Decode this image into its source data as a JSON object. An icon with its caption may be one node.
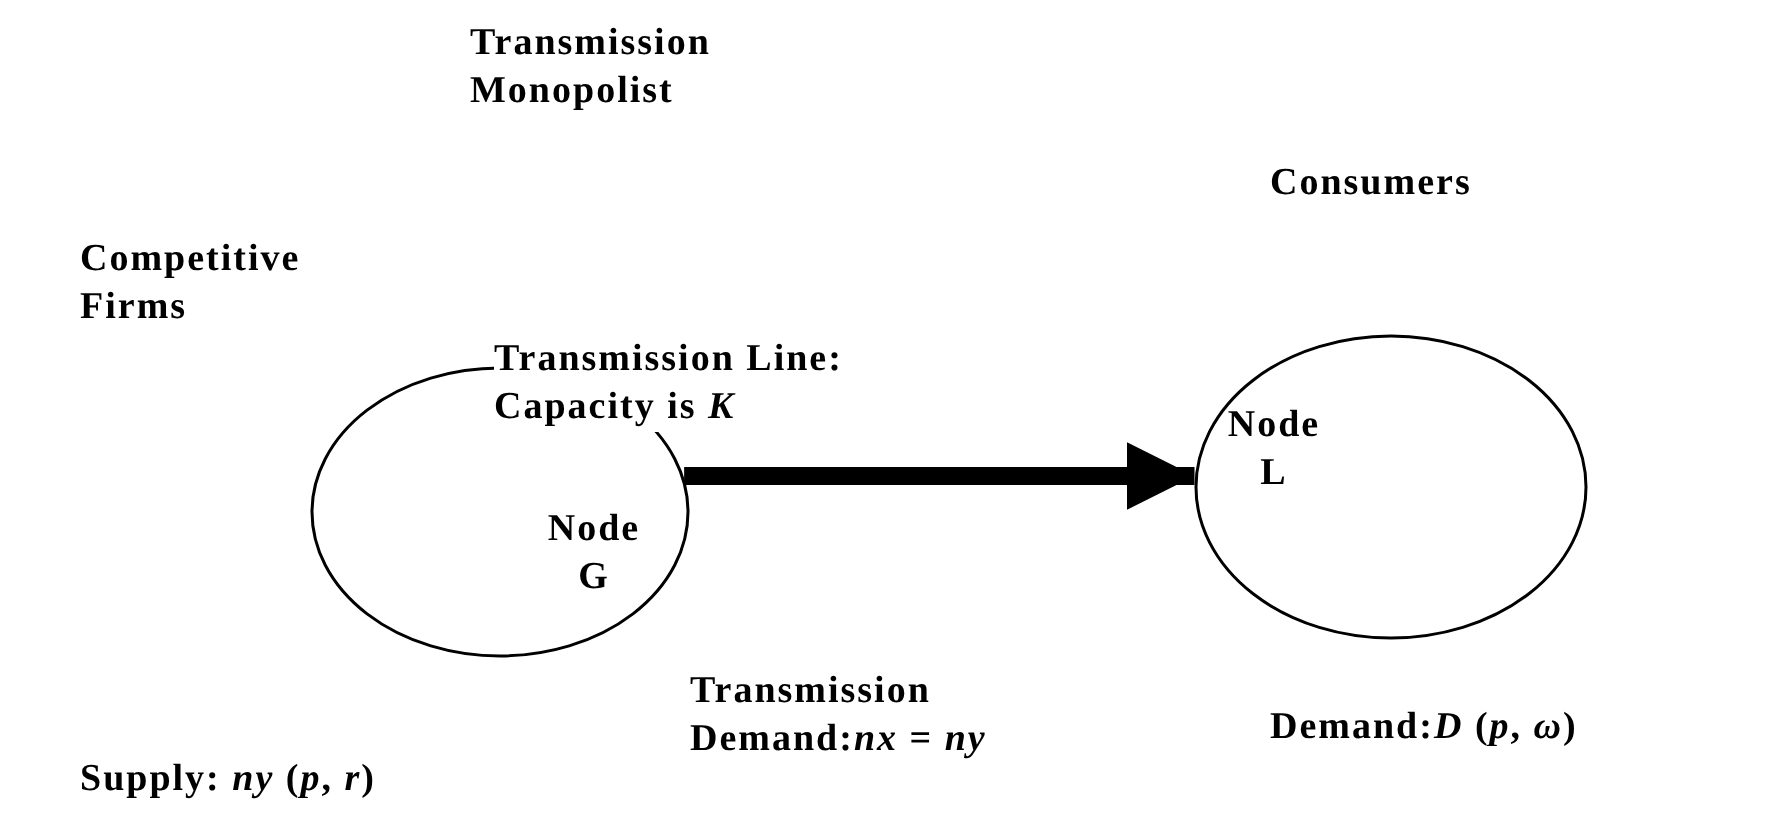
{
  "diagram": {
    "nodes": [
      {
        "text": [
          "Node G"
        ],
        "beside": [
          "Competitive Firms",
          "Supply: *ny* (*p*, *r*)"
        ]
      },
      {
        "text": [
          "Node L"
        ],
        "beside": [
          "Consumers",
          "Demand:*D* (*p*, *ω*)"
        ]
      }
    ],
    "edges": [
      {
        "from": 0,
        "to": 1,
        "arrow": "to",
        "label": "Transmission Line: Capacity is *K*"
      }
    ],
    "labels": [
      "Transmission Monopolist",
      "Transmission Demand:*nx* = *ny*"
    ]
  }
}
